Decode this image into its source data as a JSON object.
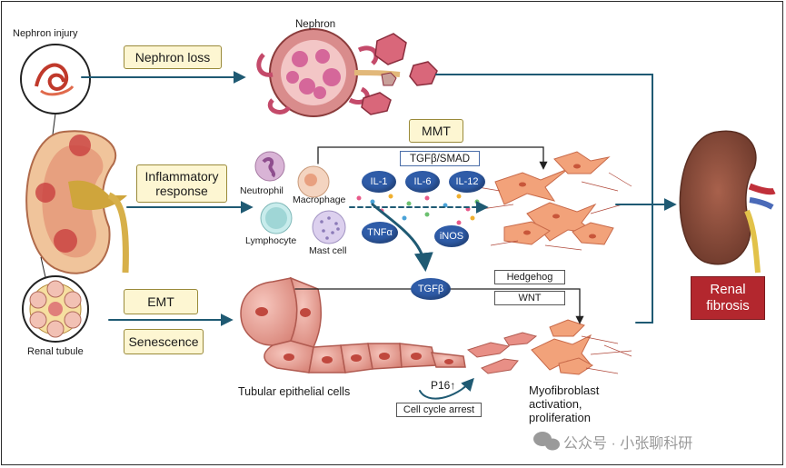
{
  "labels": {
    "nephron_injury": "Nephron injury",
    "nephron": "Nephron",
    "nephron_loss": "Nephron loss",
    "inflammatory_response": "Inflammatory response",
    "neutrophil": "Neutrophil",
    "macrophage": "Macrophage",
    "lymphocyte": "Lymphocyte",
    "mast_cell": "Mast cell",
    "mmt": "MMT",
    "tgfb_smad": "TGFβ/SMAD",
    "il1": "IL-1",
    "il6": "IL-6",
    "il12": "IL-12",
    "tnfa": "TNFα",
    "inos": "iNOS",
    "tgfb": "TGFβ",
    "hedgehog": "Hedgehog",
    "wnt": "WNT",
    "emt": "EMT",
    "senescence": "Senescence",
    "renal_tubule": "Renal tubule",
    "tubular_epithelial_cells": "Tubular epithelial cells",
    "p16": "P16↑",
    "cell_cycle_arrest": "Cell cycle arrest",
    "myofibroblast_line1": "Myofibroblast",
    "myofibroblast_line2": "activation,",
    "myofibroblast_line3": "proliferation",
    "renal_fibrosis_line1": "Renal",
    "renal_fibrosis_line2": "fibrosis",
    "watermark": "公众号 · 小张聊科研"
  },
  "colors": {
    "arrow_teal": "#1f5a73",
    "label_box_fill": "#fdf6d2",
    "label_box_border": "#9a8a3a",
    "cytokine_blue": "#2f5ca8",
    "fibrosis_red": "#b3272e",
    "cell_pink": "#e9a59c",
    "kidney_brown": "#8a4a3a"
  }
}
